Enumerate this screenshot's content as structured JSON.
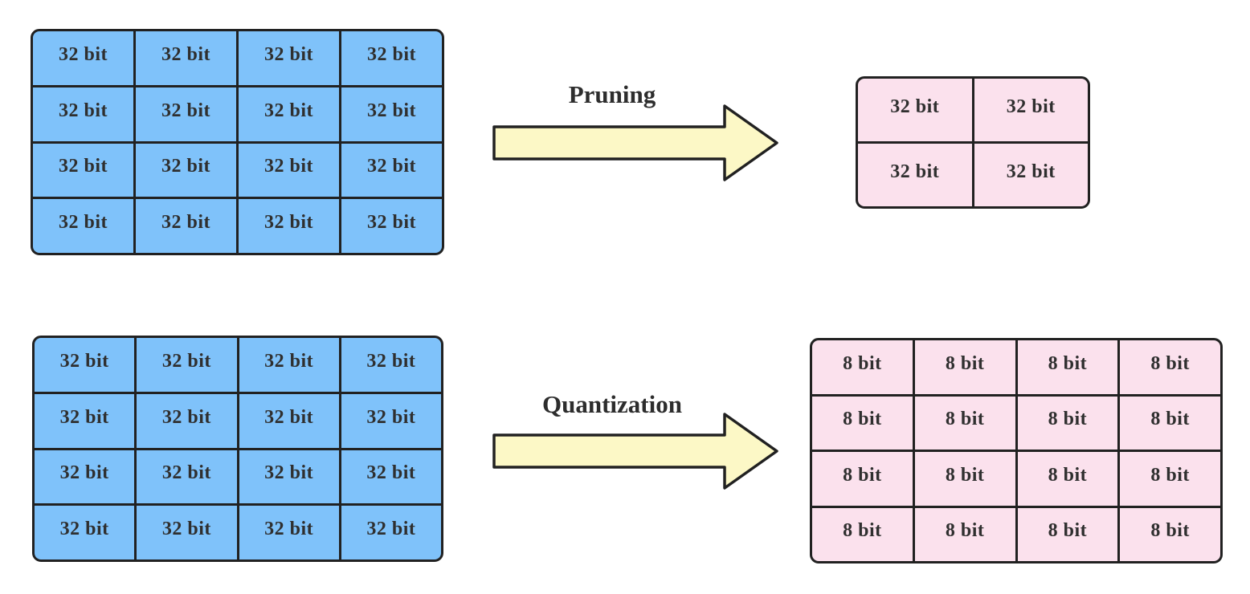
{
  "pruning": {
    "label": "Pruning",
    "source_grid": {
      "rows": 4,
      "cols": 4,
      "cells": [
        "32 bit",
        "32 bit",
        "32 bit",
        "32 bit",
        "32 bit",
        "32 bit",
        "32 bit",
        "32 bit",
        "32 bit",
        "32 bit",
        "32 bit",
        "32 bit",
        "32 bit",
        "32 bit",
        "32 bit",
        "32 bit"
      ]
    },
    "result_grid": {
      "rows": 2,
      "cols": 2,
      "cells": [
        "32 bit",
        "32 bit",
        "32 bit",
        "32 bit"
      ]
    }
  },
  "quantization": {
    "label": "Quantization",
    "source_grid": {
      "rows": 4,
      "cols": 4,
      "cells": [
        "32 bit",
        "32 bit",
        "32 bit",
        "32 bit",
        "32 bit",
        "32 bit",
        "32 bit",
        "32 bit",
        "32 bit",
        "32 bit",
        "32 bit",
        "32 bit",
        "32 bit",
        "32 bit",
        "32 bit",
        "32 bit"
      ]
    },
    "result_grid": {
      "rows": 4,
      "cols": 4,
      "cells": [
        "8 bit",
        "8 bit",
        "8 bit",
        "8 bit",
        "8 bit",
        "8 bit",
        "8 bit",
        "8 bit",
        "8 bit",
        "8 bit",
        "8 bit",
        "8 bit",
        "8 bit",
        "8 bit",
        "8 bit",
        "8 bit"
      ]
    }
  },
  "colors": {
    "source_cell_fill": "#7FC2FA",
    "result_cell_fill": "#FBE1ED",
    "arrow_fill": "#FCF8C6",
    "stroke": "#212121",
    "cell_text": "#2F2F2F"
  }
}
